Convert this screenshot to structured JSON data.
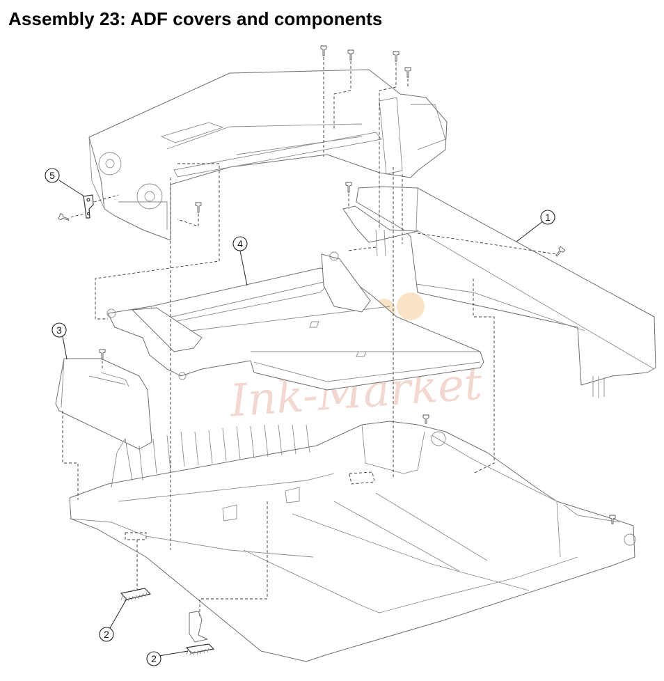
{
  "title": "Assembly 23:  ADF covers and components",
  "callouts": [
    {
      "id": "callout-1",
      "label": "1"
    },
    {
      "id": "callout-2a",
      "label": "2"
    },
    {
      "id": "callout-2b",
      "label": "2"
    },
    {
      "id": "callout-3",
      "label": "3"
    },
    {
      "id": "callout-4",
      "label": "4"
    },
    {
      "id": "callout-5",
      "label": "5"
    }
  ],
  "watermark": {
    "text": "Ink-Market",
    "colors": {
      "blue": "#8fb2ec",
      "orange": "#f7c98e",
      "pink": "#e8b9ad"
    }
  }
}
